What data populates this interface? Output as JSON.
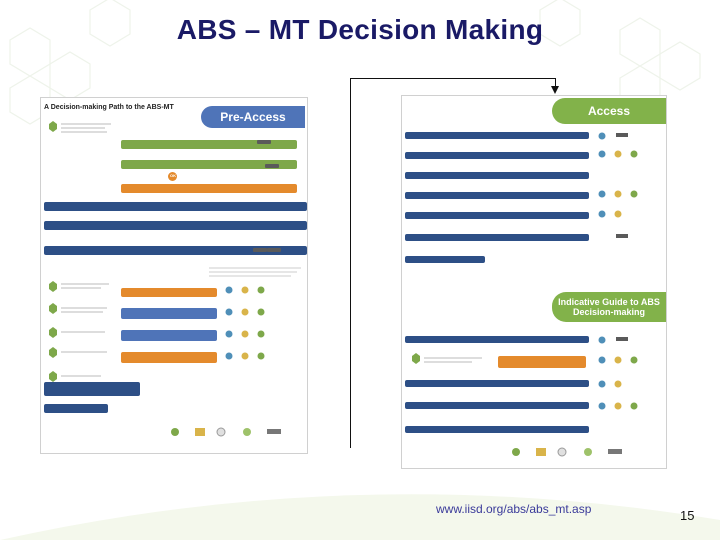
{
  "slide": {
    "title": "ABS – MT Decision Making",
    "url": "www.iisd.org/abs/abs_mt.asp",
    "page_number": "15"
  },
  "left_panel": {
    "caption": "A Decision-making Path to the ABS-MT",
    "header": "Pre-Access",
    "flow_labels": [
      "OK"
    ]
  },
  "right_panel": {
    "header_top": "Access",
    "header_bottom": "Indicative Guide to ABS Decision-making"
  },
  "colors": {
    "title": "#1a1a66",
    "header_blue": "#4f74b8",
    "header_green": "#82b24a",
    "flow_dark": "#2d4f86",
    "flow_orange": "#e48a2c",
    "url": "#3a3a9a"
  }
}
